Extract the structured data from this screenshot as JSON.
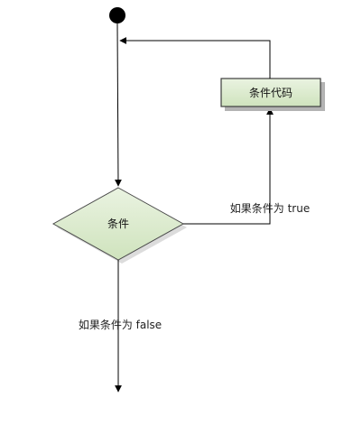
{
  "diagram": {
    "nodes": {
      "start": {
        "kind": "initial-node"
      },
      "condition": {
        "label": "条件",
        "kind": "decision"
      },
      "code": {
        "label": "条件代码",
        "kind": "action"
      }
    },
    "edges": {
      "true_label": "如果条件为 true",
      "false_label": "如果条件为 false"
    },
    "colors": {
      "node_fill": "#d7e8c7",
      "node_fill_light": "#e6f0dc",
      "node_stroke": "#3e3e3e",
      "line": "#000000",
      "shadow": "#b3b3b3"
    }
  }
}
